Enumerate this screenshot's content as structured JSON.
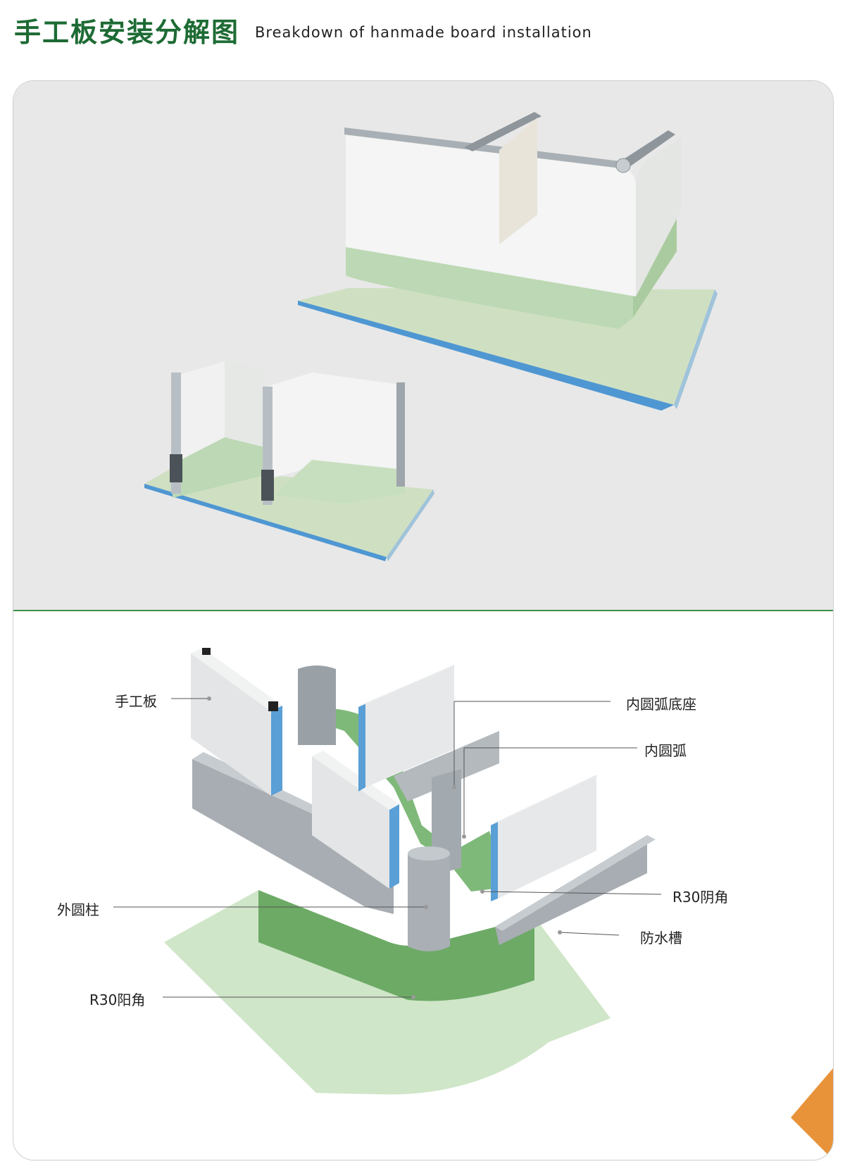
{
  "header": {
    "title_cn": "手工板安装分解图",
    "title_en": "Breakdown of hanmade board installation"
  },
  "labels": {
    "handmade_board": "手工板",
    "inner_arc_base": "内圆弧底座",
    "inner_arc": "内圆弧",
    "outer_column": "外圆柱",
    "r30_inner_corner": "R30阴角",
    "waterproof_groove": "防水槽",
    "r30_outer_corner": "R30阳角"
  },
  "colors": {
    "brand_green": "#1d6b34",
    "accent_orange": "#e8923a",
    "floor_green": "#cde8c6",
    "strip_green": "#6fae6a",
    "glass_blue": "#5a9fd6",
    "metal_gray": "#a9aeb2"
  }
}
